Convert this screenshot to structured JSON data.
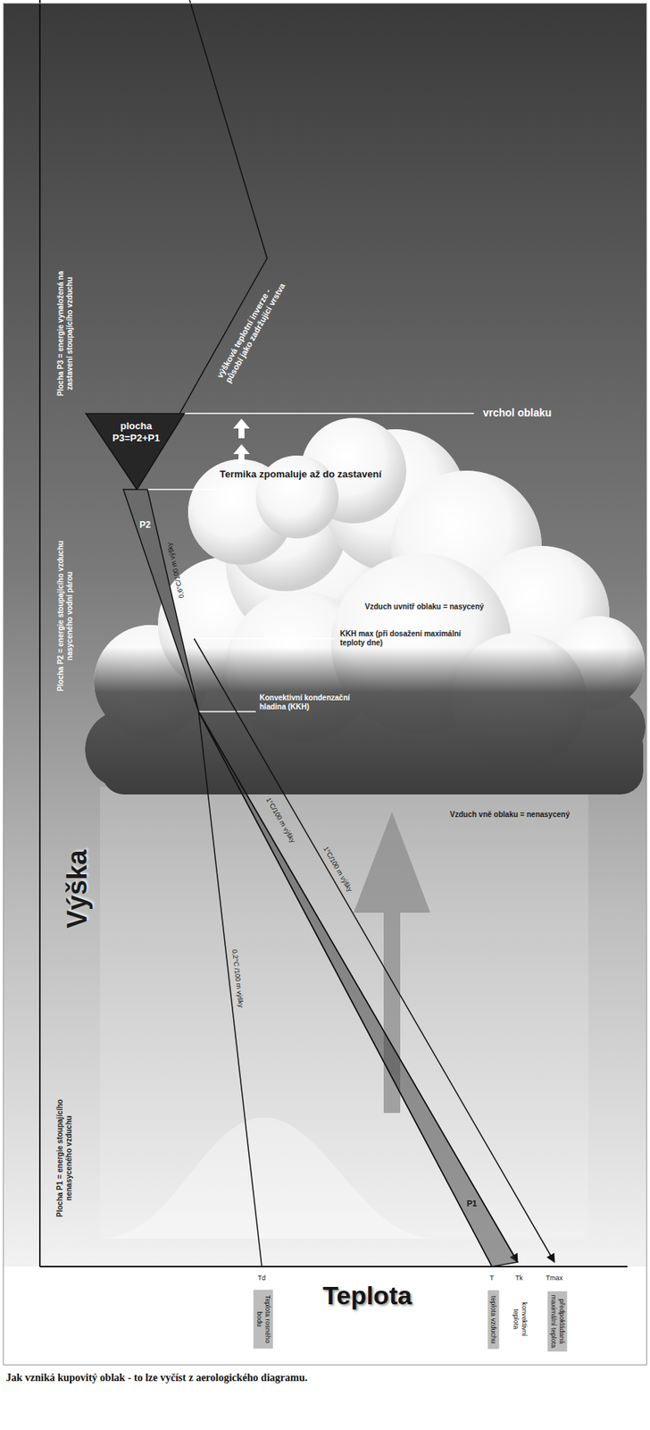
{
  "diagram": {
    "caption": "Jak vzniká kupovitý oblak - to lze vyčíst z aerologického diagramu.",
    "nodes": [
      {
        "text": [
          "plocha P3=P2+P1"
        ]
      },
      {
        "text": [
          "P2"
        ]
      },
      {
        "text": [
          "P1"
        ]
      }
    ],
    "labels": [
      "výšková teplotní inverze - působí jako zadržující vrstva",
      "vrchol oblaku",
      "Termika zpomaluje až do zastavení",
      "Plocha P3 = energie vynaložená na zastavení stoupajícího vzduchu",
      "Plocha P2 = energie stoupajícího vzduchu nasyceného vodní párou",
      "0,6°C/100 m výšky",
      "Vzduch uvnitř oblaku = nasycený",
      "KKH max (při dosažení maximální teploty dne)",
      "Konvektivní kondenzační hladina (KKH)",
      "Vzduch vně oblaku = nenasycený",
      "Výška",
      "1°C/100 m výšky",
      "1°C/100 m výšky",
      "0,2°C /100 m výšky",
      "Plocha P1 = energie stoupajícího nenasyceného vzduchu",
      "Teplota",
      "Td",
      "Teplota rosného bodu",
      "T",
      "teplota vzduchu",
      "Tk",
      "konvektivní teplota",
      "Tmax",
      "předpokládaná maximální teplota"
    ]
  }
}
